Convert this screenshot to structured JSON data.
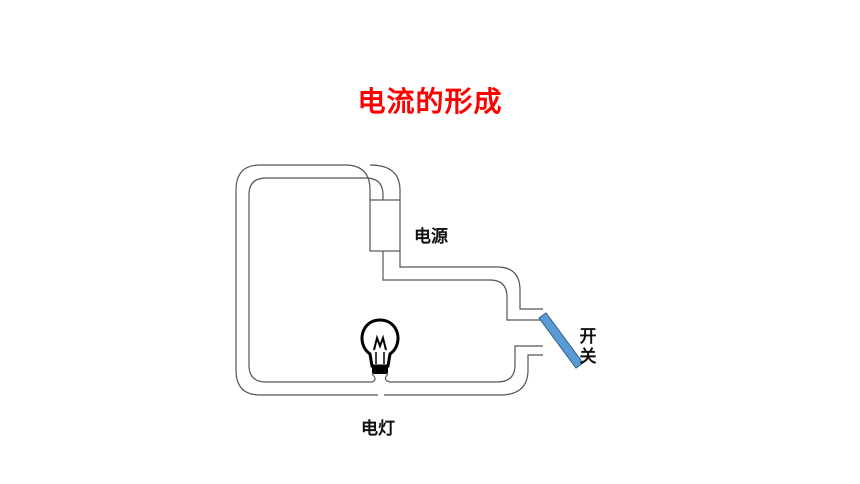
{
  "title": "电流的形成",
  "labels": {
    "power_source": "电源",
    "lamp": "电灯",
    "switch": "开关"
  },
  "colors": {
    "title": "#ff0000",
    "wire": "#555555",
    "switch_blade": "#5b9bd5",
    "bulb": "#000000"
  },
  "icons": {
    "lamp": "light-bulb-icon",
    "switch": "knife-switch-icon",
    "power_source": "battery-box-icon"
  }
}
